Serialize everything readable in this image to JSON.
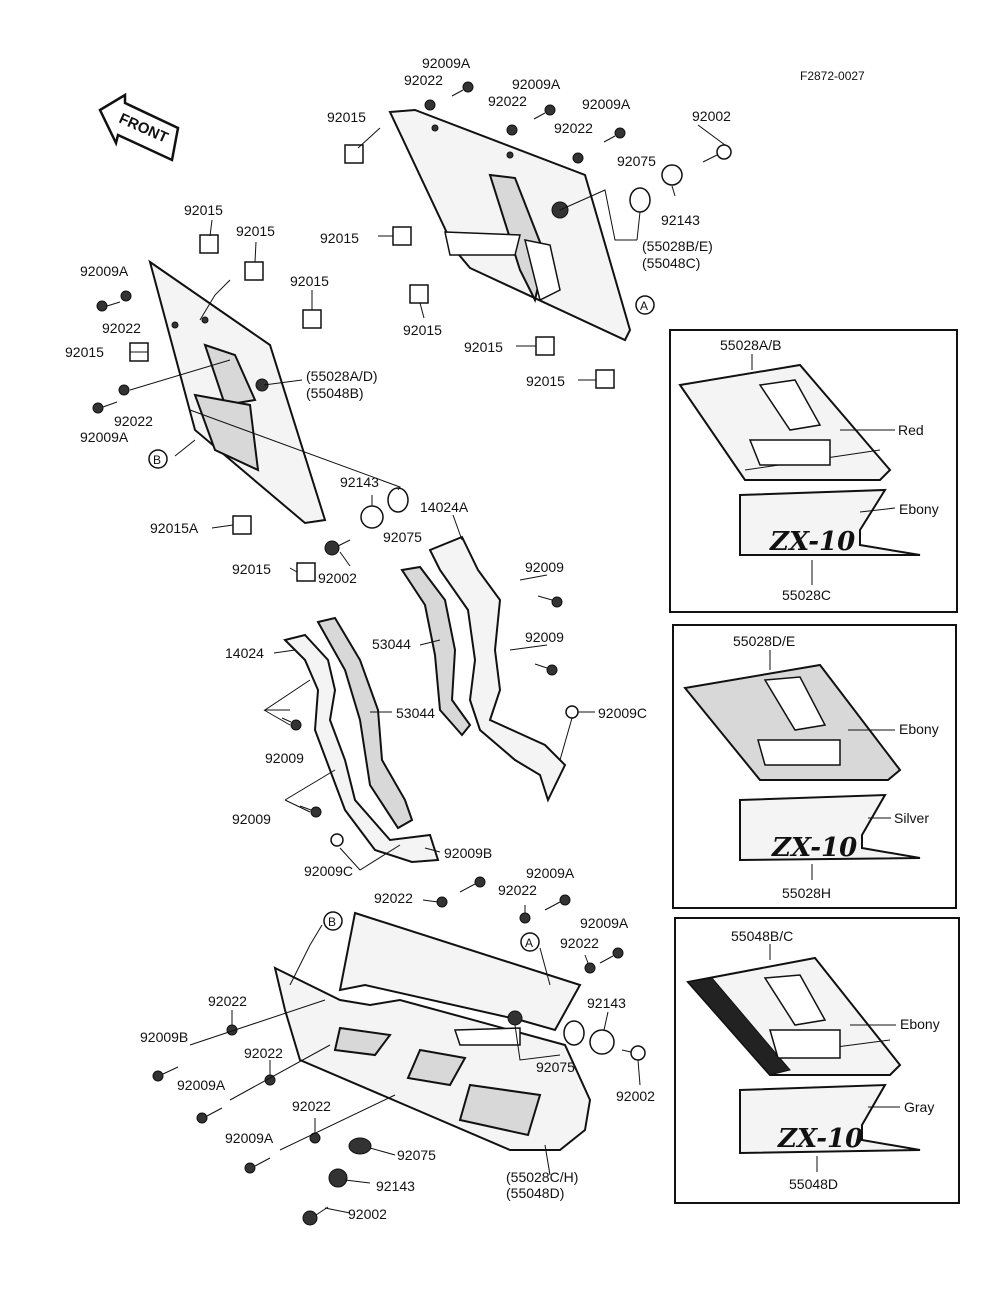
{
  "diagram": {
    "reference_code": "F2872-0027",
    "front_label": "FRONT",
    "callout_a": "A",
    "callout_b": "B",
    "parts": {
      "p92009A": "92009A",
      "p92009": "92009",
      "p92009B": "92009B",
      "p92009C": "92009C",
      "p92022": "92022",
      "p92015": "92015",
      "p92015A": "92015A",
      "p92002": "92002",
      "p92075": "92075",
      "p92143": "92143",
      "p14024": "14024",
      "p14024A": "14024A",
      "p53044": "53044"
    },
    "assemblies": {
      "upper_right_1": "(55028B/E)",
      "upper_right_2": "(55048C)",
      "upper_left_1": "(55028A/D)",
      "upper_left_2": "(55048B)",
      "lower_1": "(55028C/H)",
      "lower_2": "(55048D)"
    },
    "color_boxes": [
      {
        "top_part": "55028A/B",
        "top_color": "Red",
        "bottom_color": "Ebony",
        "bottom_part": "55028C",
        "logo": "ZX-10"
      },
      {
        "top_part": "55028D/E",
        "top_color": "Ebony",
        "bottom_color": "Silver",
        "bottom_part": "55028H",
        "logo": "ZX-10"
      },
      {
        "top_part": "55048B/C",
        "top_color": "Ebony",
        "bottom_color": "Gray",
        "bottom_part": "55048D",
        "logo": "ZX-10"
      }
    ]
  }
}
